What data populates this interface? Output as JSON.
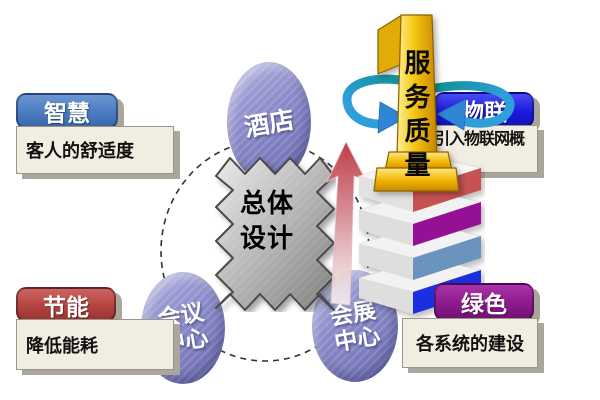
{
  "center_hub": {
    "label": "总体设计"
  },
  "orbit_nodes": [
    {
      "id": "hotel",
      "label": "酒店"
    },
    {
      "id": "conference-center",
      "label": "会议中心"
    },
    {
      "id": "exhibition-center",
      "label": "会展中心"
    }
  ],
  "callouts": {
    "smart": {
      "tab": "智慧",
      "body": "客人的舒适度",
      "tab_color": "#4a7cc0"
    },
    "energy": {
      "tab": "节能",
      "body": "降低能耗",
      "tab_color": "#b5433f"
    },
    "iot": {
      "tab": "物联",
      "body": "引入物联网概念",
      "tab_color": "#1b1be0"
    },
    "green": {
      "tab": "绿色",
      "body": "各系统的建设",
      "tab_color": "#8d1b8d"
    }
  },
  "trophy": {
    "label": "服务质量",
    "shape": "golden-number-1",
    "color": "#f2c20e"
  },
  "stack_layers": [
    {
      "name": "layer-1",
      "color": "#c65252"
    },
    {
      "name": "layer-2",
      "color": "#951095"
    },
    {
      "name": "layer-3",
      "color": "#6a93be"
    },
    {
      "name": "layer-4",
      "color": "#1b2fe0"
    }
  ],
  "colors": {
    "node_fill": "#8a8ac9",
    "hub_fill": "#b9b9b9",
    "up_arrow": "#bf3e48",
    "swirl_arrow": "#129097",
    "dashed_circle": "#333333",
    "callout_body_bg": "#f1ede0"
  }
}
